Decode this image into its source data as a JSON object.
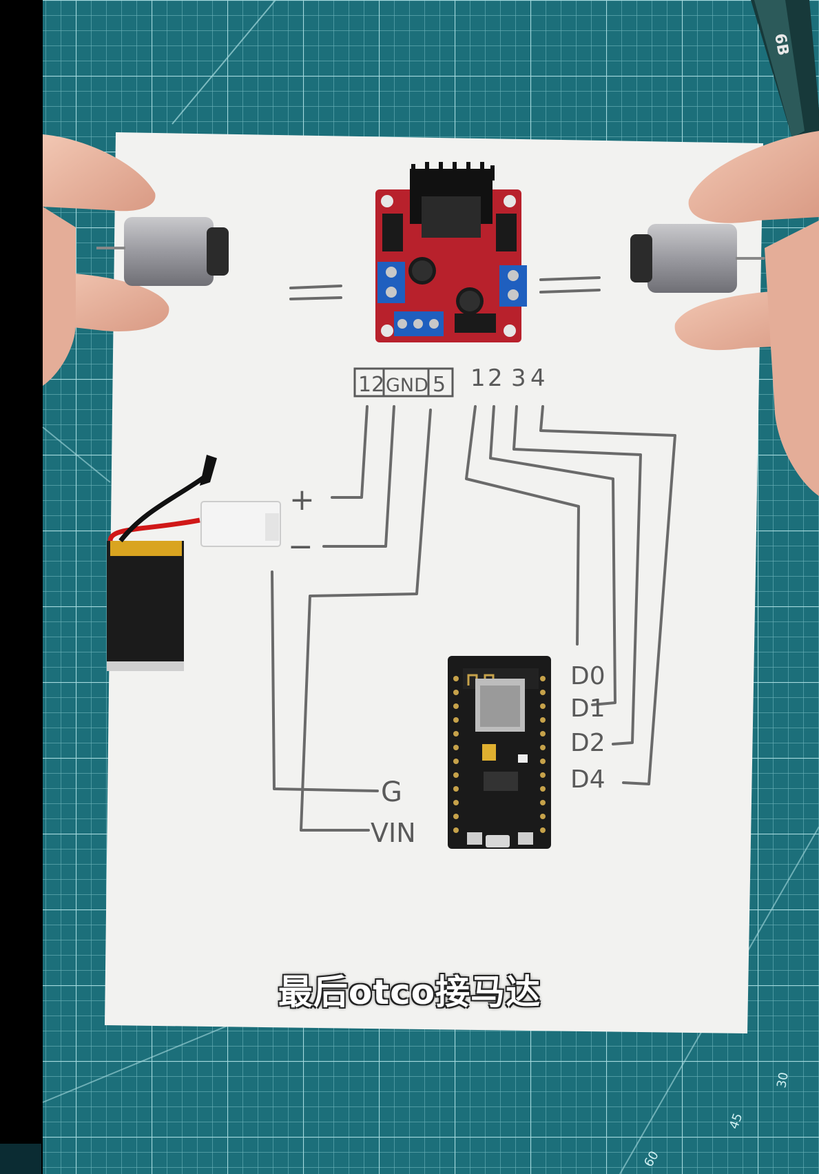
{
  "subtitle": "最后otco接马达",
  "pencil_mark": "6B",
  "driver_pins": {
    "box": [
      "12",
      "GND",
      "5"
    ],
    "inputs": [
      "1",
      "2",
      "3",
      "4"
    ]
  },
  "battery_terminals": {
    "plus": "+",
    "minus": "−"
  },
  "mcu_pins_left": [
    "G",
    "VIN"
  ],
  "mcu_pins_right": [
    "D0",
    "D1",
    "D2",
    "D4"
  ],
  "mat_marks": [
    "30",
    "45",
    "60"
  ],
  "colors": {
    "mat": "#1c6f7a",
    "grid": "#7fc3c9",
    "paper": "#f2f2f0",
    "pcb_red": "#b8212c",
    "pcb_black": "#1a1a1a",
    "terminal_blue": "#1f5fbf"
  }
}
